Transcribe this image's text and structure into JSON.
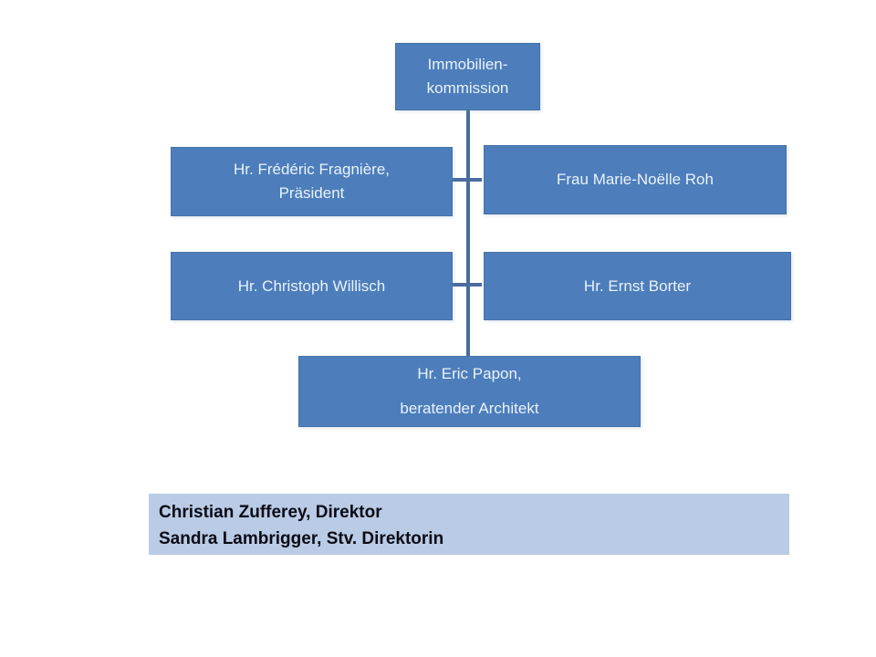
{
  "org_chart": {
    "type": "org-hierarchy",
    "root": {
      "line1": "Immobilien-",
      "line2": "kommission"
    },
    "members": [
      {
        "line1": "Hr. Frédéric Fragnière,",
        "line2": "Präsident"
      },
      {
        "line1": "Frau Marie-Noëlle Roh"
      },
      {
        "line1": "Hr. Christoph Willisch"
      },
      {
        "line1": "Hr. Ernst Borter"
      },
      {
        "line1": "Hr. Eric Papon,",
        "line2": "beratender Architekt"
      }
    ],
    "management": {
      "line1": "Christian Zufferey, Direktor",
      "line2": "Sandra Lambrigger, Stv. Direktorin"
    }
  },
  "colors": {
    "node_fill": "#4d7ebb",
    "node_border": "#4472a8",
    "node_text": "#e9f2fb",
    "connector": "#4a6c9e",
    "management_bar_fill": "#b9cbe5",
    "management_text": "#0b0b14",
    "background": "#ffffff"
  }
}
